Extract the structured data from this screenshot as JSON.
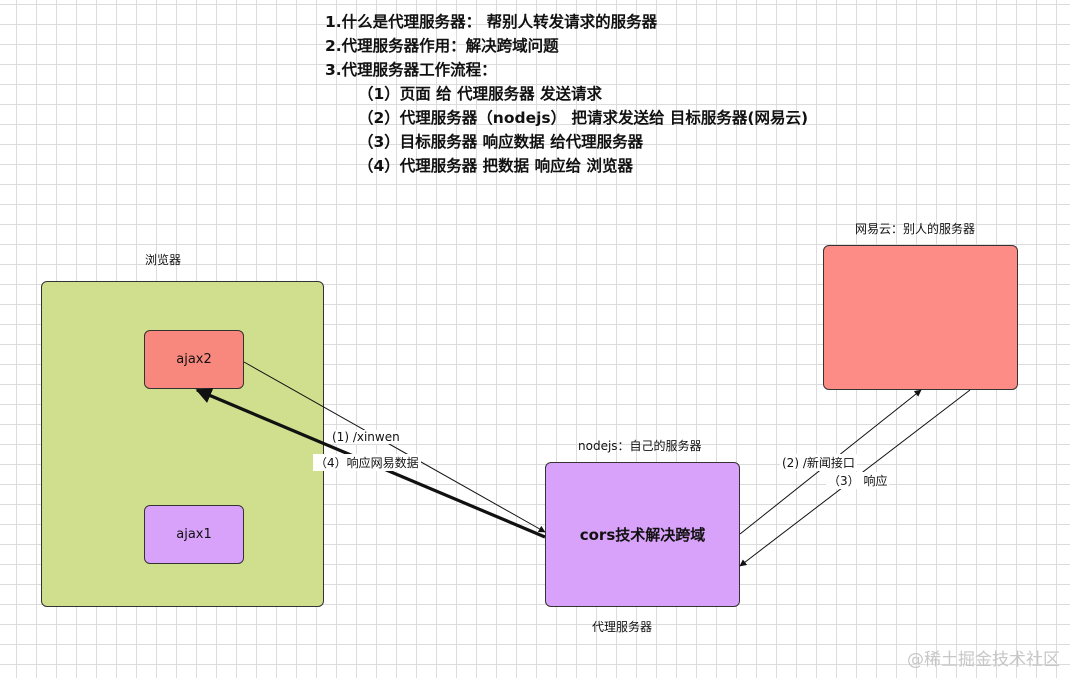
{
  "notes": {
    "line1": "1.什么是代理服务器： 帮别人转发请求的服务器",
    "line2": "2.代理服务器作用：解决跨域问题",
    "line3": "3.代理服务器工作流程：",
    "steps": [
      "（1）页面 给 代理服务器 发送请求",
      "（2）代理服务器（nodejs） 把请求发送给 目标服务器(网易云)",
      "（3）目标服务器 响应数据 给代理服务器",
      "（4）代理服务器 把数据 响应给 浏览器"
    ]
  },
  "nodes": {
    "browser": {
      "title": "浏览器",
      "color": "#d0df8d"
    },
    "ajax2": {
      "label": "ajax2",
      "color": "#f8877d"
    },
    "ajax1": {
      "label": "ajax1",
      "color": "#d9a2fa"
    },
    "proxy": {
      "title_top": "nodejs：自己的服务器",
      "label": "cors技术解决跨域",
      "title_bottom": "代理服务器",
      "color": "#d9a2fa"
    },
    "target": {
      "title": "网易云：别人的服务器",
      "color": "#fe8c86"
    }
  },
  "edges": {
    "e1": "(1)     /xinwen",
    "e4": "（4）响应网易数据",
    "e2": "(2)     /新闻接口",
    "e3": "（3）  响应"
  },
  "watermark": "@稀土掘金技术社区"
}
